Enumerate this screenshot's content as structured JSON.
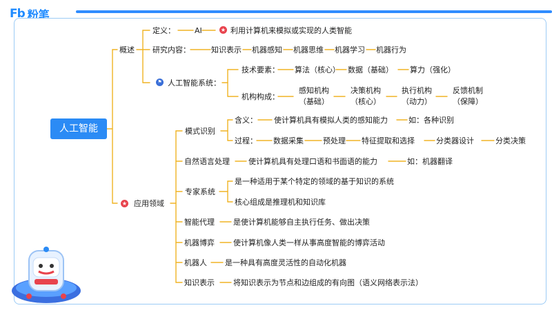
{
  "brand": {
    "logo_mark": "Fb",
    "logo_text": "粉笔"
  },
  "root": "人工智能",
  "overview": {
    "label": "概述",
    "definition": {
      "label": "定义：",
      "ai": "AI",
      "text": "利用计算机来模拟或实现的人类智能"
    },
    "research": {
      "label": "研究内容：",
      "items": [
        "知识表示",
        "机器感知",
        "机器思维",
        "机器学习",
        "机器行为"
      ]
    },
    "system": {
      "label": "人工智能系统：",
      "tech": {
        "label": "技术要素：",
        "items": [
          "算法（核心）",
          "数据（基础）",
          "算力（强化）"
        ]
      },
      "structure": {
        "label": "机构构成：",
        "items": [
          {
            "name": "感知机构",
            "role": "（基础）"
          },
          {
            "name": "决策机构",
            "role": "（核心）"
          },
          {
            "name": "执行机构",
            "role": "（动力）"
          },
          {
            "name": "反馈机制",
            "role": "（保障）"
          }
        ]
      }
    }
  },
  "applications": {
    "label": "应用领域",
    "pattern": {
      "label": "模式识别",
      "meaning": {
        "label": "含义：",
        "text": "使计算机具有模拟人类的感知能力",
        "example": "如：各种识别"
      },
      "process": {
        "label": "过程：",
        "items": [
          "数据采集",
          "预处理",
          "特征提取和选择",
          "分类器设计",
          "分类决策"
        ]
      }
    },
    "nlp": {
      "label": "自然语言处理",
      "text": "使计算机具有处理口语和书面语的能力",
      "example": "如：机器翻译"
    },
    "expert": {
      "label": "专家系统",
      "items": [
        "是一种适用于某个特定的领域的基于知识的系统",
        "核心组成是推理机和知识库"
      ]
    },
    "agent": {
      "label": "智能代理",
      "text": "是使计算机能够自主执行任务、做出决策"
    },
    "game": {
      "label": "机器博弈",
      "text": "使计算机像人类一样从事高度智能的博弈活动"
    },
    "robot": {
      "label": "机器人",
      "text": "是一种具有高度灵活性的自动化机器"
    },
    "knowledge": {
      "label": "知识表示",
      "text": "将知识表示为节点和边组成的有向图（语义网络表示法）"
    }
  },
  "colors": {
    "accent": "#2b8bf5",
    "connector": "#f0b323",
    "frame": "#9ccbf6",
    "star": "#e8434d"
  },
  "icons": [
    "star-icon",
    "flag-icon",
    "mascot-icon"
  ]
}
